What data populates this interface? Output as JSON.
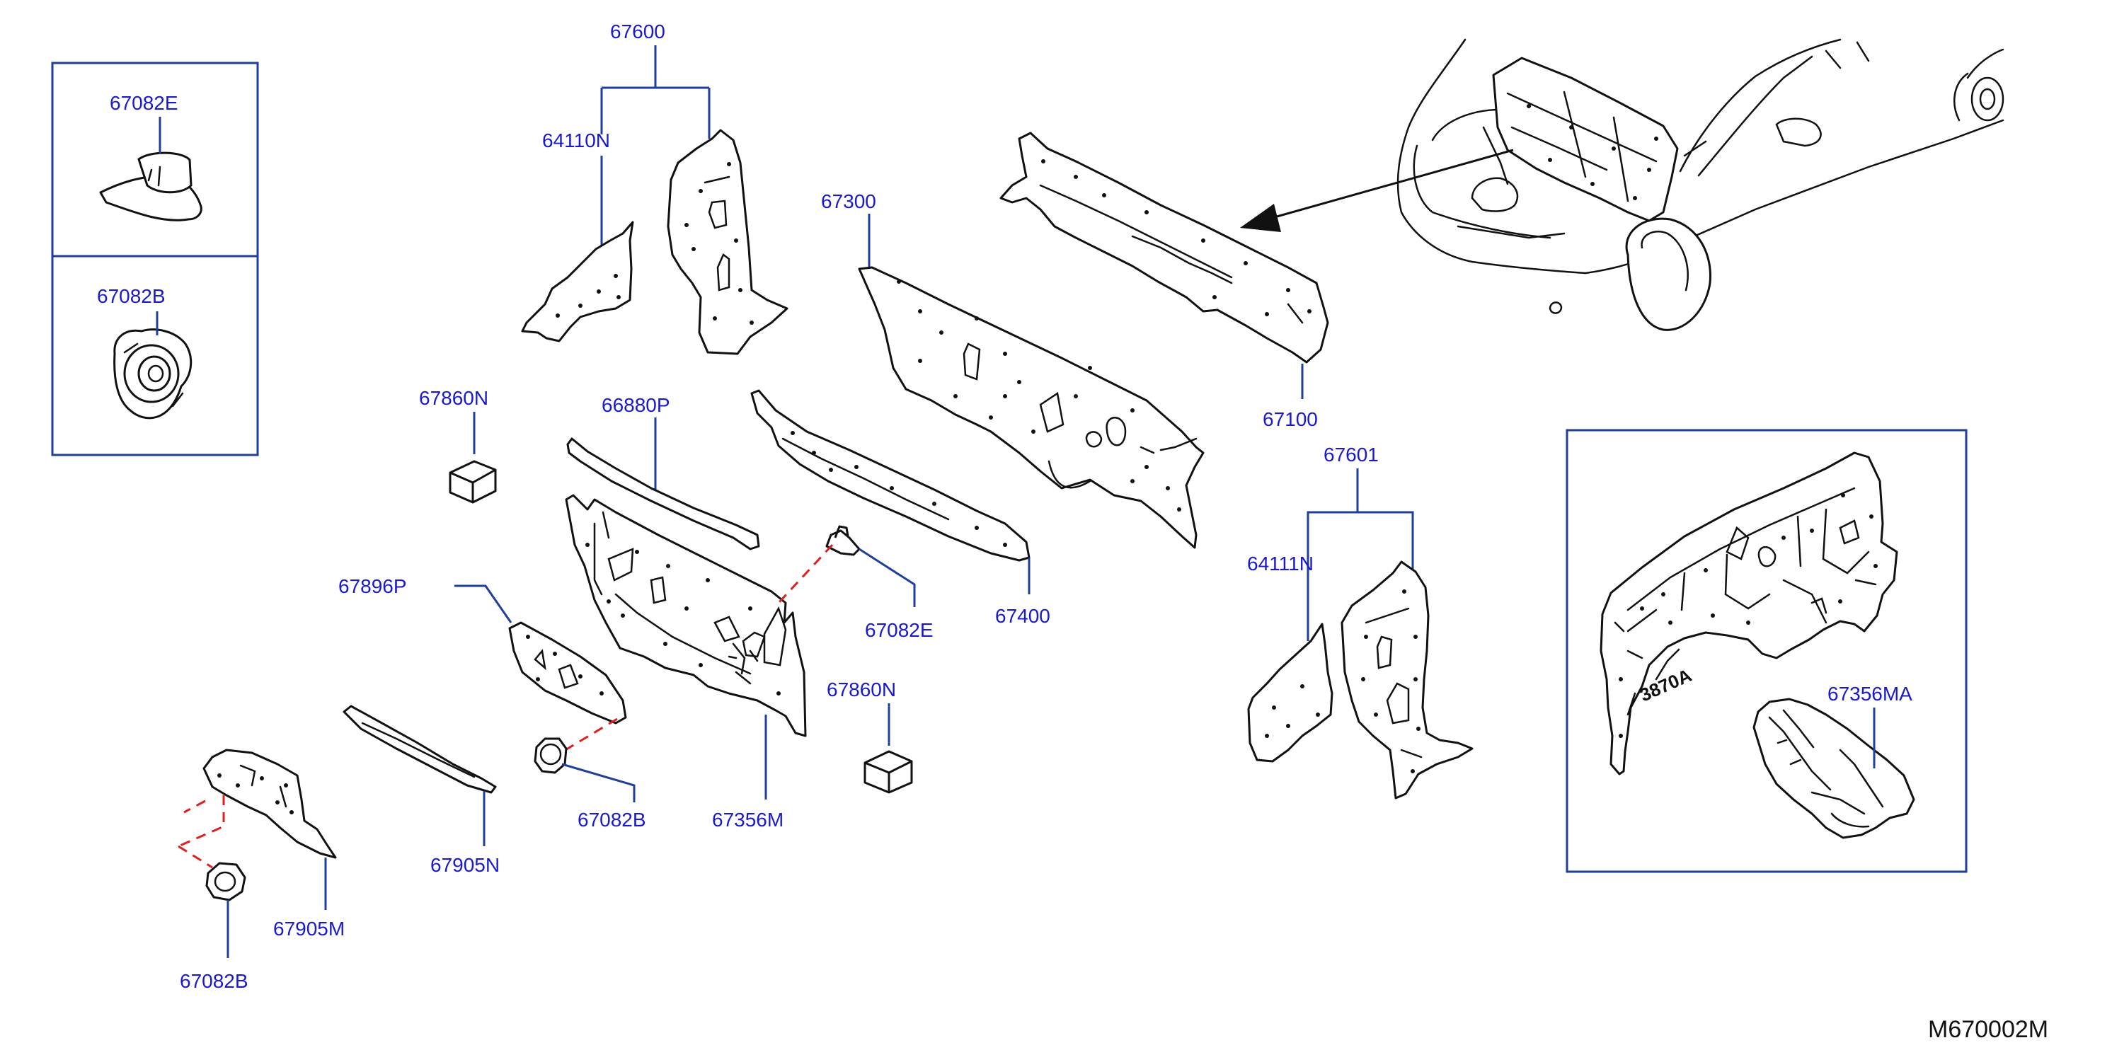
{
  "colors": {
    "label": "#1a1acc",
    "leader": "#1f3f99",
    "dashed": "#e02020",
    "frame": "#1f3f99",
    "drawing": "#111111",
    "reference": "#111111"
  },
  "diagram": {
    "reference_code": "M670002M",
    "labels": {
      "p67600": "67600",
      "p64110N": "64110N",
      "p67300": "67300",
      "p67100": "67100",
      "p67082E_box": "67082E",
      "p67082B_box": "67082B",
      "p67860N_top": "67860N",
      "p66880P": "66880P",
      "p67896P": "67896P",
      "p67082E_mid": "67082E",
      "p67400": "67400",
      "p67860N_mid": "67860N",
      "p67082B_mid": "67082B",
      "p67356M": "67356M",
      "p67905N": "67905N",
      "p67905M": "67905M",
      "p67082B_low": "67082B",
      "p67601": "67601",
      "p64111N": "64111N",
      "p67356MA": "67356MA",
      "inset_stamp": "3870A"
    }
  }
}
